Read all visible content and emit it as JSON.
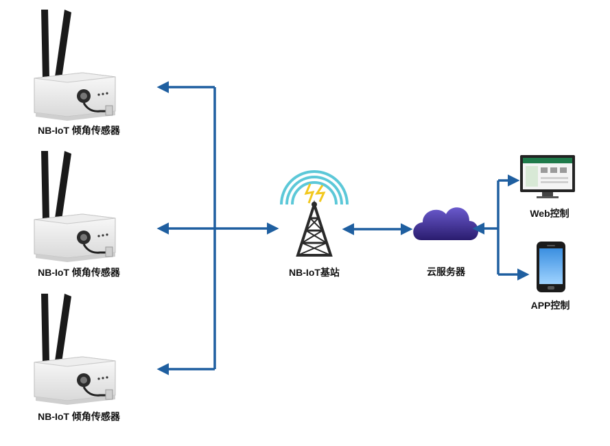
{
  "sensors": [
    {
      "label": "NB-IoT 倾角传感器"
    },
    {
      "label": "NB-IoT 倾角传感器"
    },
    {
      "label": "NB-IoT 倾角传感器"
    }
  ],
  "base_station": {
    "label": "NB-IoT基站",
    "icon": "cell-tower-icon"
  },
  "cloud": {
    "label": "云服务器",
    "icon": "cloud-icon"
  },
  "web": {
    "label": "Web控制",
    "icon": "monitor-icon"
  },
  "app": {
    "label": "APP控制",
    "icon": "smartphone-icon"
  },
  "colors": {
    "arrow": "#1f5fa0",
    "cloud": "#3c2a8c",
    "signal_rings": "#5cc8d8",
    "tower": "#2a2a2a",
    "lightning": "#f2c81e"
  }
}
